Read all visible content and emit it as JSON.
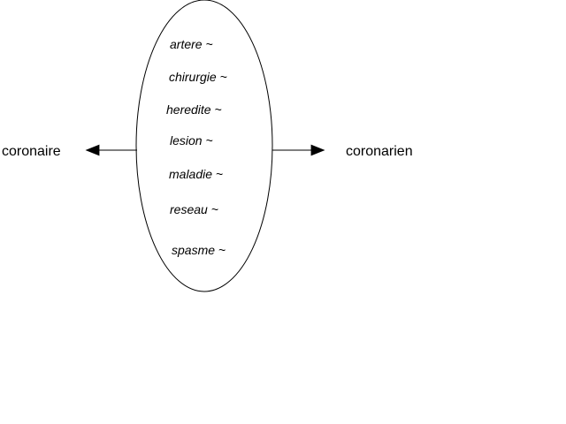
{
  "left_label": "coronaire",
  "right_label": "coronarien",
  "terms": [
    "artere ~",
    "chirurgie ~",
    "heredite ~",
    "lesion ~",
    "maladie ~",
    "reseau ~",
    "spasme ~"
  ],
  "colors": {
    "stroke": "#000000",
    "background": "#ffffff"
  }
}
